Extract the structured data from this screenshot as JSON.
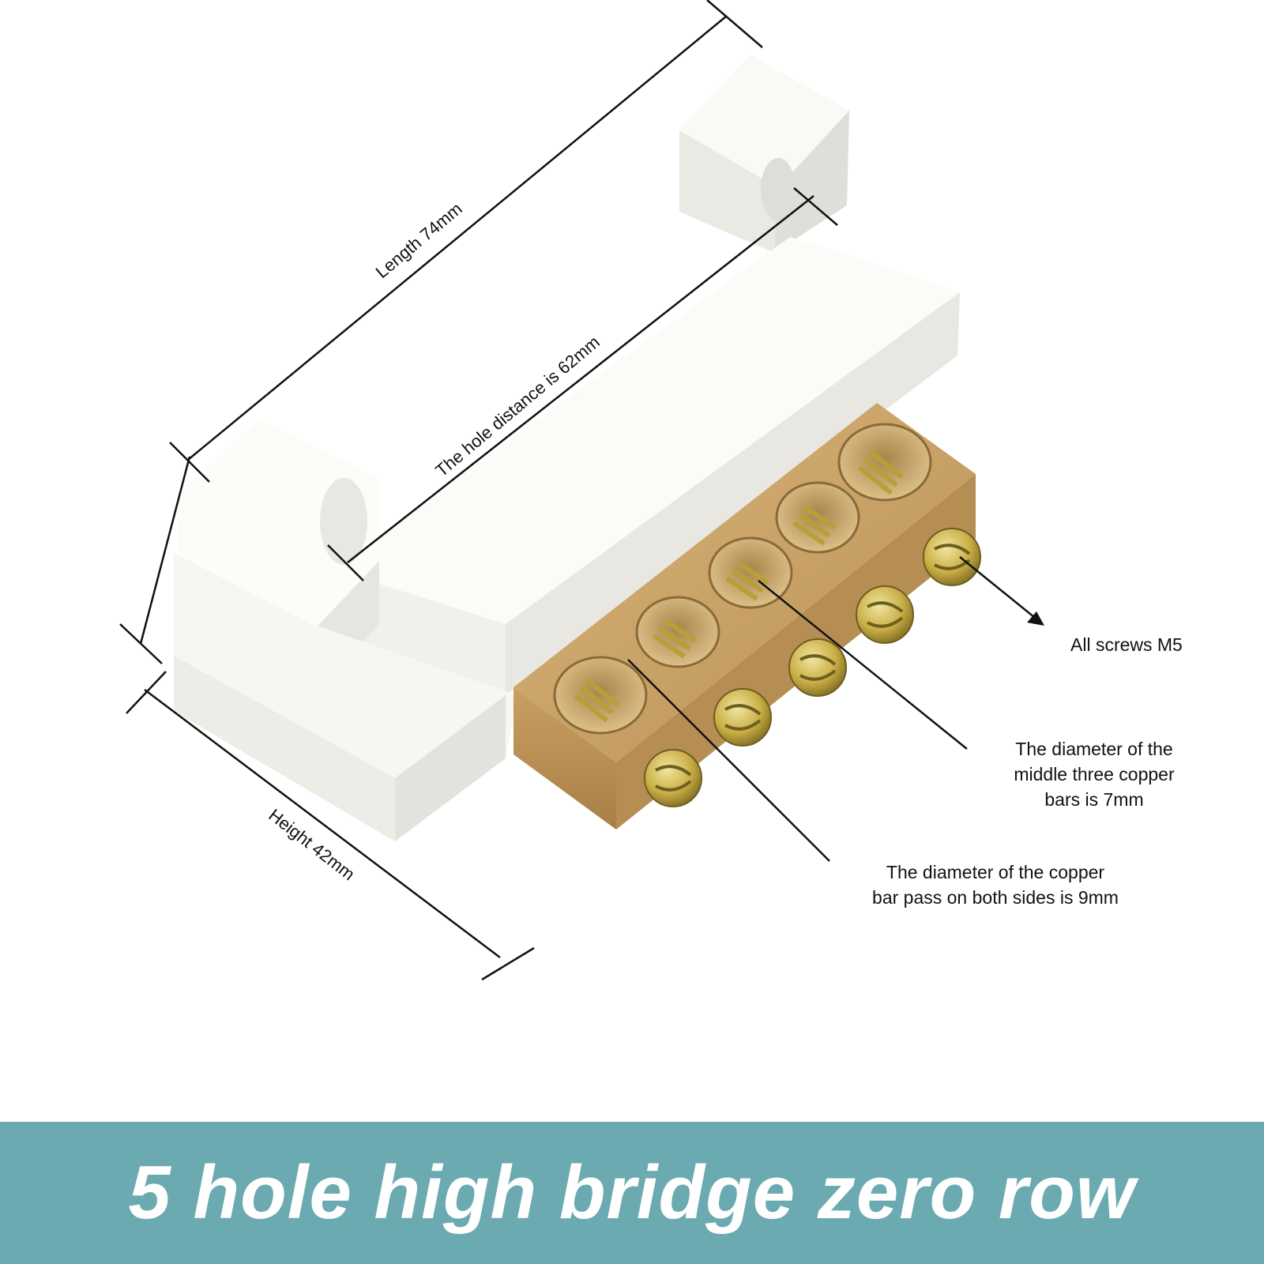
{
  "dimensions": {
    "length": "Length 74mm",
    "hole_distance": "The hole distance is 62mm",
    "height": "Height 42mm"
  },
  "callouts": {
    "screws": "All screws M5",
    "middle_diameter": [
      "The diameter of the",
      "middle three copper",
      "bars is 7mm"
    ],
    "side_diameter": [
      "The diameter of the copper",
      "bar pass on both sides is 9mm"
    ]
  },
  "banner": {
    "title": "5 hole high bridge zero row",
    "background": "#6baab0"
  },
  "colors": {
    "plastic": "#f6f4ef",
    "brass": "#c9a266",
    "screw": "#c8b04a"
  }
}
